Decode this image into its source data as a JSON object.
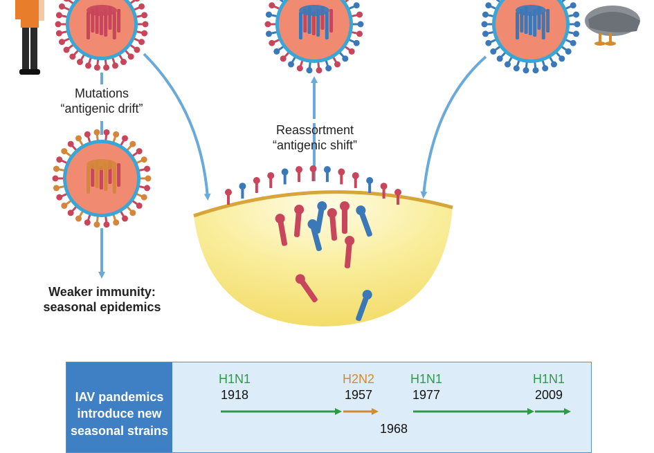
{
  "labels": {
    "mutations_line1": "Mutations",
    "mutations_line2": "“antigenic drift”",
    "reassortment_line1": "Reassortment",
    "reassortment_line2": "“antigenic shift”",
    "immunity_line1": "Weaker immunity:",
    "immunity_line2": "seasonal epidemics"
  },
  "timeline": {
    "sidebar": [
      "IAV pandemics",
      "introduce new",
      "seasonal strains"
    ],
    "events": [
      {
        "subtype": "H1N1",
        "year": "1918",
        "color": "#2e9a47"
      },
      {
        "subtype": "H2N2",
        "year": "1957",
        "color": "#d48a2e"
      },
      {
        "subtype": "H1N1",
        "year": "1977",
        "color": "#2e9a47"
      },
      {
        "subtype": "H1N1",
        "year": "2009",
        "color": "#2e9a47"
      }
    ],
    "lower_year": "1968"
  },
  "colors": {
    "human_virus": "#c7465b",
    "avian_virus": "#3b78b8",
    "drift_virus": "#d4873a",
    "virus_core": "#f08a70",
    "arrow": "#6aaad9",
    "host_cell": "#f7e27a",
    "timeline_bg": "#dcecf8",
    "timeline_header": "#3f7fc4"
  }
}
